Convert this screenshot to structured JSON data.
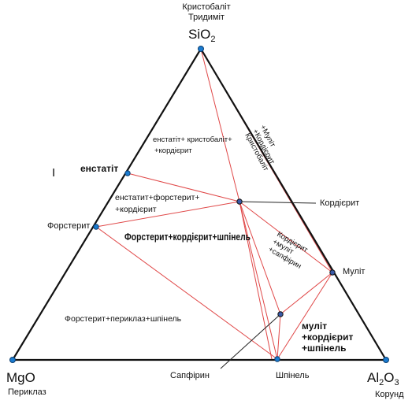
{
  "vertices": {
    "sio2": {
      "formula": "SiO",
      "sub": "2",
      "phase_line1": "Кристобаліт",
      "phase_line2": "Тридиміт"
    },
    "mgo": {
      "formula": "MgO",
      "phase": "Периклаз"
    },
    "al2o3": {
      "formula_a": "Al",
      "sub_a": "2",
      "formula_b": "O",
      "sub_b": "3",
      "phase": "Корунд"
    }
  },
  "phases": {
    "enstatite": "енстатіт",
    "forsterite": "Форстерит",
    "cordierite": "Кордієрит",
    "mullite": "Муліт",
    "spinel": "Шпінель",
    "sapphirine": "Сапфірин"
  },
  "fields": {
    "ens_cris_cord": [
      "енстатіт+ кристобаліт+",
      "+кордієрит"
    ],
    "ens_for_cord": [
      "енстатит+форстерит+",
      "+кордієрит"
    ],
    "for_cord_spin": "Форстерит+кордієрит+шпінель",
    "for_per_spin": "Форстерит+периклаз+шпінель",
    "cris_cord_mul": [
      "Кристобаліт",
      "+Кордієрит",
      "+Муліт"
    ],
    "cord_mul_sapph": [
      "Кордієрит",
      "+муліт",
      "+сапфірин"
    ],
    "mul_cord_spin": [
      "муліт",
      "+кордієрит",
      "+шпінель"
    ]
  },
  "region_mark": "I",
  "colors": {
    "edge": "#111111",
    "tie_line": "#e04848",
    "vertex_marker": "#1a7bd0",
    "phase_marker": "#3a5aa8"
  }
}
